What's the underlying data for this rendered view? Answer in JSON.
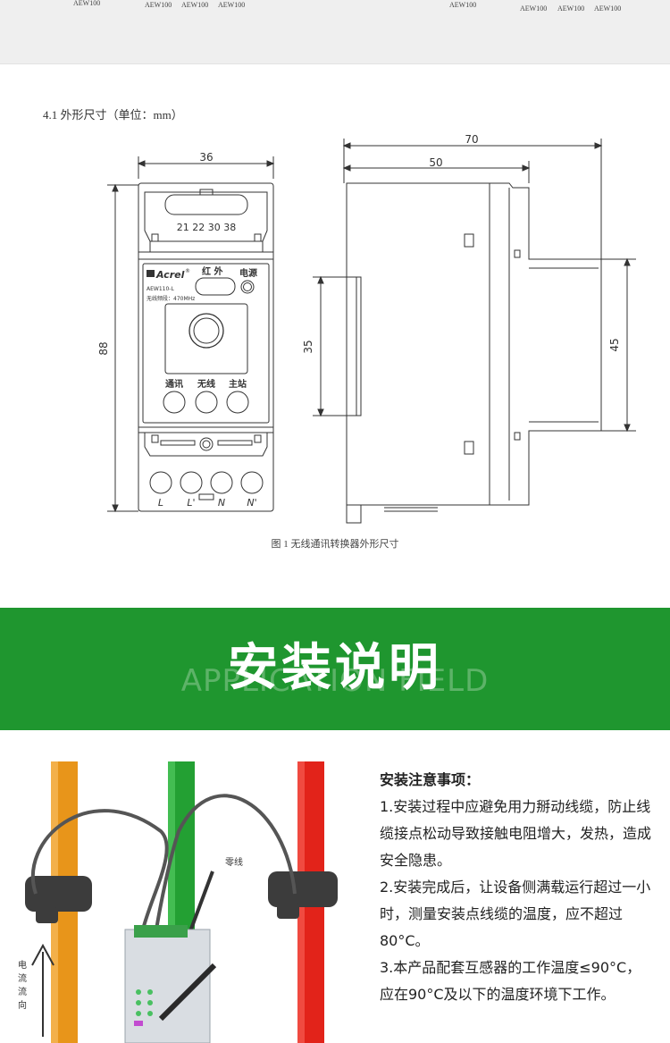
{
  "top_strip": {
    "models_left": [
      "AEW100",
      "AEW100",
      "AEW100",
      "AEW100"
    ],
    "models_right": [
      "AEW100",
      "AEW100",
      "AEW100",
      "AEW100"
    ]
  },
  "section": {
    "title": "4.1  外形尺寸（单位：mm）"
  },
  "drawing": {
    "front": {
      "width_dim": "36",
      "height_dim": "88",
      "terminal_numbers": "21  22  30  38",
      "brand": "Acrel",
      "registered": "®",
      "model": "AEW110-L",
      "freq_label": "无线频段：470MHz",
      "ir_label": "红 外",
      "power_label": "电源",
      "btn_labels": [
        "通讯",
        "无线",
        "主站"
      ],
      "terminals": [
        "L",
        "L'",
        "N",
        "N'"
      ]
    },
    "side": {
      "total_width_dim": "70",
      "body_width_dim": "50",
      "rail_dim": "35",
      "depth_dim": "45"
    },
    "caption": "图 1  无线通讯转换器外形尺寸"
  },
  "banner": {
    "title": "安装说明",
    "subtitle": "APPLICATION FIELD",
    "bg_color": "#1f962f"
  },
  "install": {
    "photo_labels": {
      "neutral": "零线",
      "current_dir": [
        "电",
        "流",
        "流",
        "向"
      ]
    },
    "notes_title": "安装注意事项：",
    "notes": [
      "1.安装过程中应避免用力掰动线缆，防止线缆接点松动导致接触电阻增大，发热，造成安全隐患。",
      "2.安装完成后，让设备侧满载运行超过一小时，测量安装点线缆的温度，应不超过80°C。",
      "3.本产品配套互感器的工作温度≤90°C，应在90°C及以下的温度环境下工作。"
    ]
  }
}
